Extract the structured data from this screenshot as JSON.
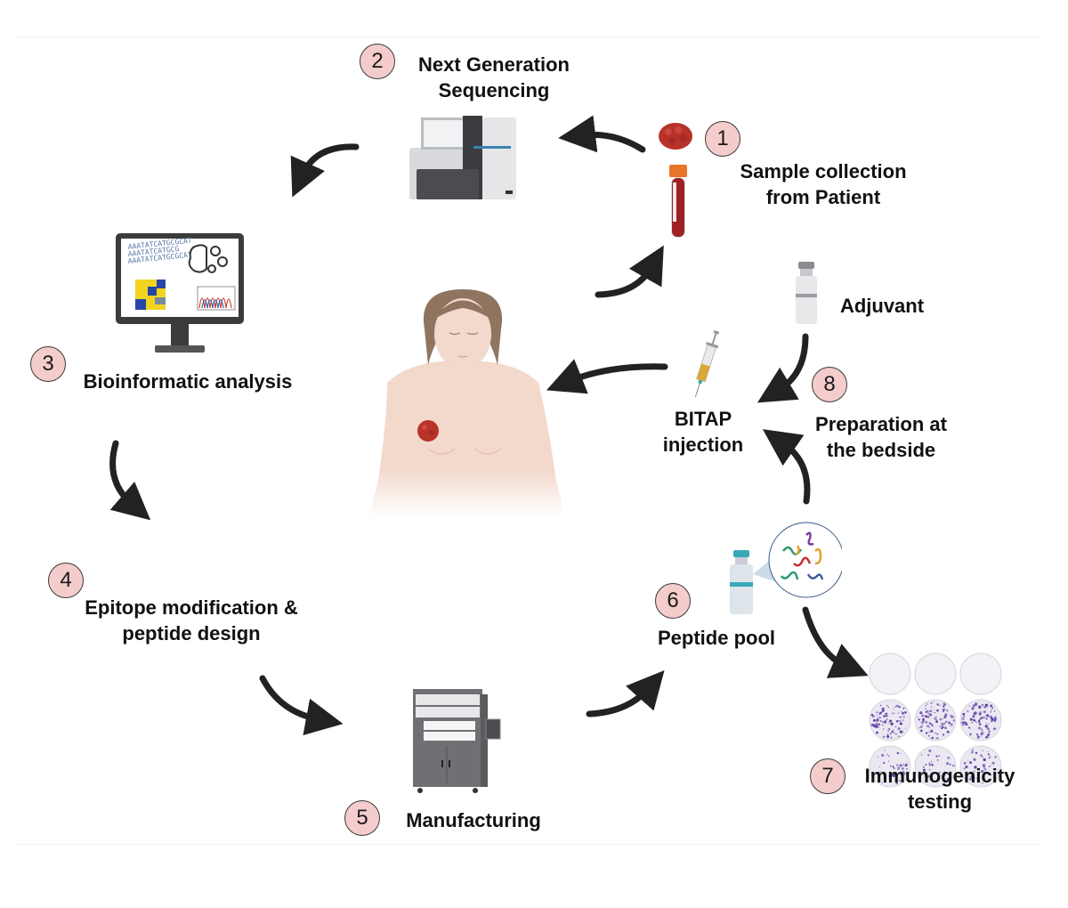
{
  "diagram": {
    "title": "Personalized peptide vaccine workflow",
    "steps": [
      {
        "number": "1",
        "lines": [
          "Sample collection",
          "from Patient"
        ]
      },
      {
        "number": "2",
        "lines": [
          "Next Generation",
          "Sequencing"
        ]
      },
      {
        "number": "3",
        "lines": [
          "Bioinformatic analysis"
        ]
      },
      {
        "number": "4",
        "lines": [
          "Epitope modification &",
          "peptide design"
        ]
      },
      {
        "number": "5",
        "lines": [
          "Manufacturing"
        ]
      },
      {
        "number": "6",
        "lines": [
          "Peptide pool"
        ]
      },
      {
        "number": "7",
        "lines": [
          "Immunogenicity",
          "testing"
        ]
      },
      {
        "number": "8",
        "lines": [
          "Preparation at",
          "the bedside"
        ]
      }
    ],
    "extra_labels": {
      "adjuvant": "Adjuvant",
      "injection": [
        "BITAP",
        "injection"
      ]
    },
    "dna_text": [
      "AAATATCATGCGCAT",
      "AAATATCATGCG",
      "AAATATCATGCGCAT"
    ],
    "colors": {
      "badge_fill": "#f4cccc",
      "badge_stroke": "#3a3a3a",
      "arrow": "#222222",
      "tumor": "#b8322a",
      "skin": "#f3d9cc",
      "hair": "#8f7560",
      "machine_gray": "#6e7073",
      "spot_purple": "#5a3aa0"
    }
  }
}
